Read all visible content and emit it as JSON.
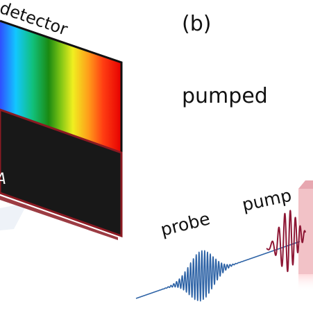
{
  "labels": {
    "detector": "detector",
    "panel": "(b)",
    "state": "pumped",
    "partial_letter": "A",
    "probe": "probe",
    "pump": "pump"
  },
  "colors": {
    "detector_outline": "#111111",
    "sample_fill": "#181818",
    "sample_edge": "#8b1a22",
    "probe_wave": "#2e63a6",
    "pump_wave": "#8e1735",
    "crystal_face": "#f2c2c7",
    "crystal_side": "#d98b95",
    "spectrum_stops": [
      "#2f4fff",
      "#12c7ff",
      "#11c07b",
      "#1a8a12",
      "#7fc515",
      "#f0ef20",
      "#ff9c1a",
      "#ff3d12",
      "#e60000"
    ]
  }
}
